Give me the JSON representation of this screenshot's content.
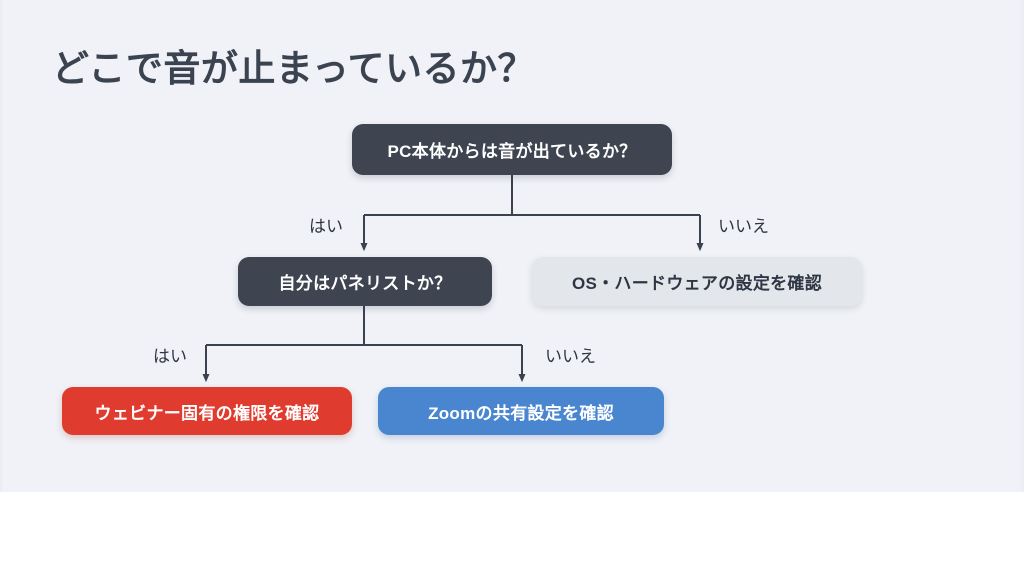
{
  "slide": {
    "title": "どこで音が止まっているか？",
    "background_color": "#f0f2f7",
    "title_color": "#3b4350"
  },
  "flowchart": {
    "type": "decision-tree",
    "nodes": [
      {
        "id": "root",
        "label": "PC本体からは音が出ているか？",
        "style": "dark",
        "color": "#3e4551",
        "text_color": "#ffffff",
        "level": 1
      },
      {
        "id": "panelist",
        "label": "自分はパネリストか？",
        "style": "dark",
        "color": "#3e4551",
        "text_color": "#ffffff",
        "level": 2
      },
      {
        "id": "os",
        "label": "OS・ハードウェアの設定を確認",
        "style": "light",
        "color": "#e3e7ec",
        "text_color": "#2f3643",
        "level": 2
      },
      {
        "id": "webinar",
        "label": "ウェビナー固有の権限を確認",
        "style": "red",
        "color": "#e03b2f",
        "text_color": "#ffffff",
        "level": 3
      },
      {
        "id": "zoom",
        "label": "Zoomの共有設定を確認",
        "style": "blue",
        "color": "#4a86d0",
        "text_color": "#ffffff",
        "level": 3
      }
    ],
    "edges": [
      {
        "from": "root",
        "to": "panelist",
        "label": "はい"
      },
      {
        "from": "root",
        "to": "os",
        "label": "いいえ"
      },
      {
        "from": "panelist",
        "to": "webinar",
        "label": "はい"
      },
      {
        "from": "panelist",
        "to": "zoom",
        "label": "いいえ"
      }
    ],
    "connector_color": "#3a4250"
  }
}
